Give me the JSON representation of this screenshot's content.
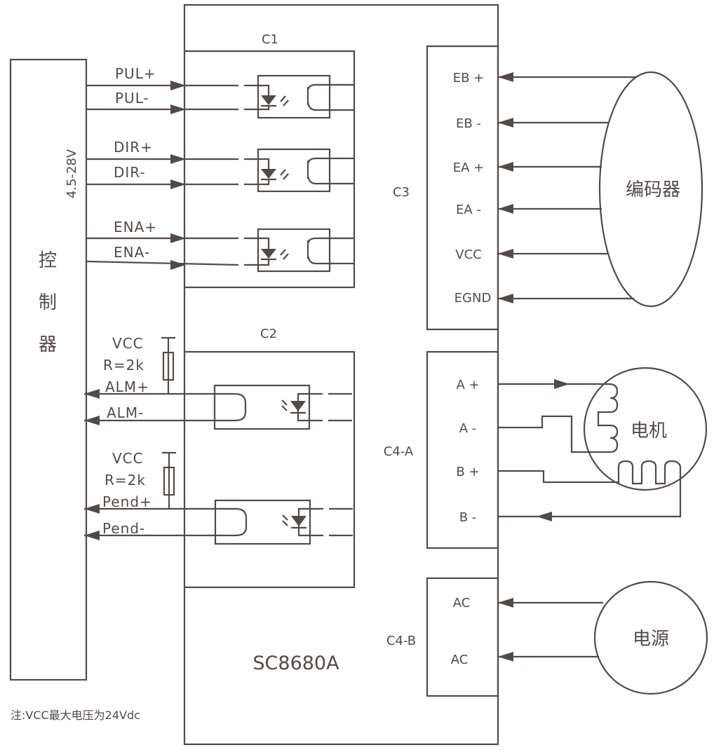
{
  "controller": {
    "label_chars": [
      "控",
      "制",
      "器"
    ],
    "voltage": "4.5-28V"
  },
  "driver": {
    "model": "SC8680A"
  },
  "c1": {
    "label": "C1",
    "signals": [
      "PUL+",
      "PUL-",
      "DIR+",
      "DIR-",
      "ENA+",
      "ENA-"
    ]
  },
  "c2": {
    "label": "C2",
    "alm": {
      "vcc": "VCC",
      "r": "R=2k",
      "plus": "ALM+",
      "minus": "ALM-"
    },
    "pend": {
      "vcc": "VCC",
      "r": "R=2k",
      "plus": "Pend+",
      "minus": "Pend-"
    }
  },
  "c3": {
    "label": "C3",
    "pins": [
      "EB +",
      "EB  -",
      "EA +",
      "EA  -",
      "VCC",
      "EGND"
    ]
  },
  "c4a": {
    "label": "C4-A",
    "pins": [
      "A +",
      "A -",
      "B +",
      "B -"
    ]
  },
  "c4b": {
    "label": "C4-B",
    "pins": [
      "AC",
      "AC"
    ]
  },
  "encoder": {
    "label": "编码器"
  },
  "motor": {
    "label": "电机"
  },
  "power": {
    "label": "电源"
  },
  "note": "注:VCC最大电压为24Vdc",
  "colors": {
    "line": "#534a47"
  }
}
